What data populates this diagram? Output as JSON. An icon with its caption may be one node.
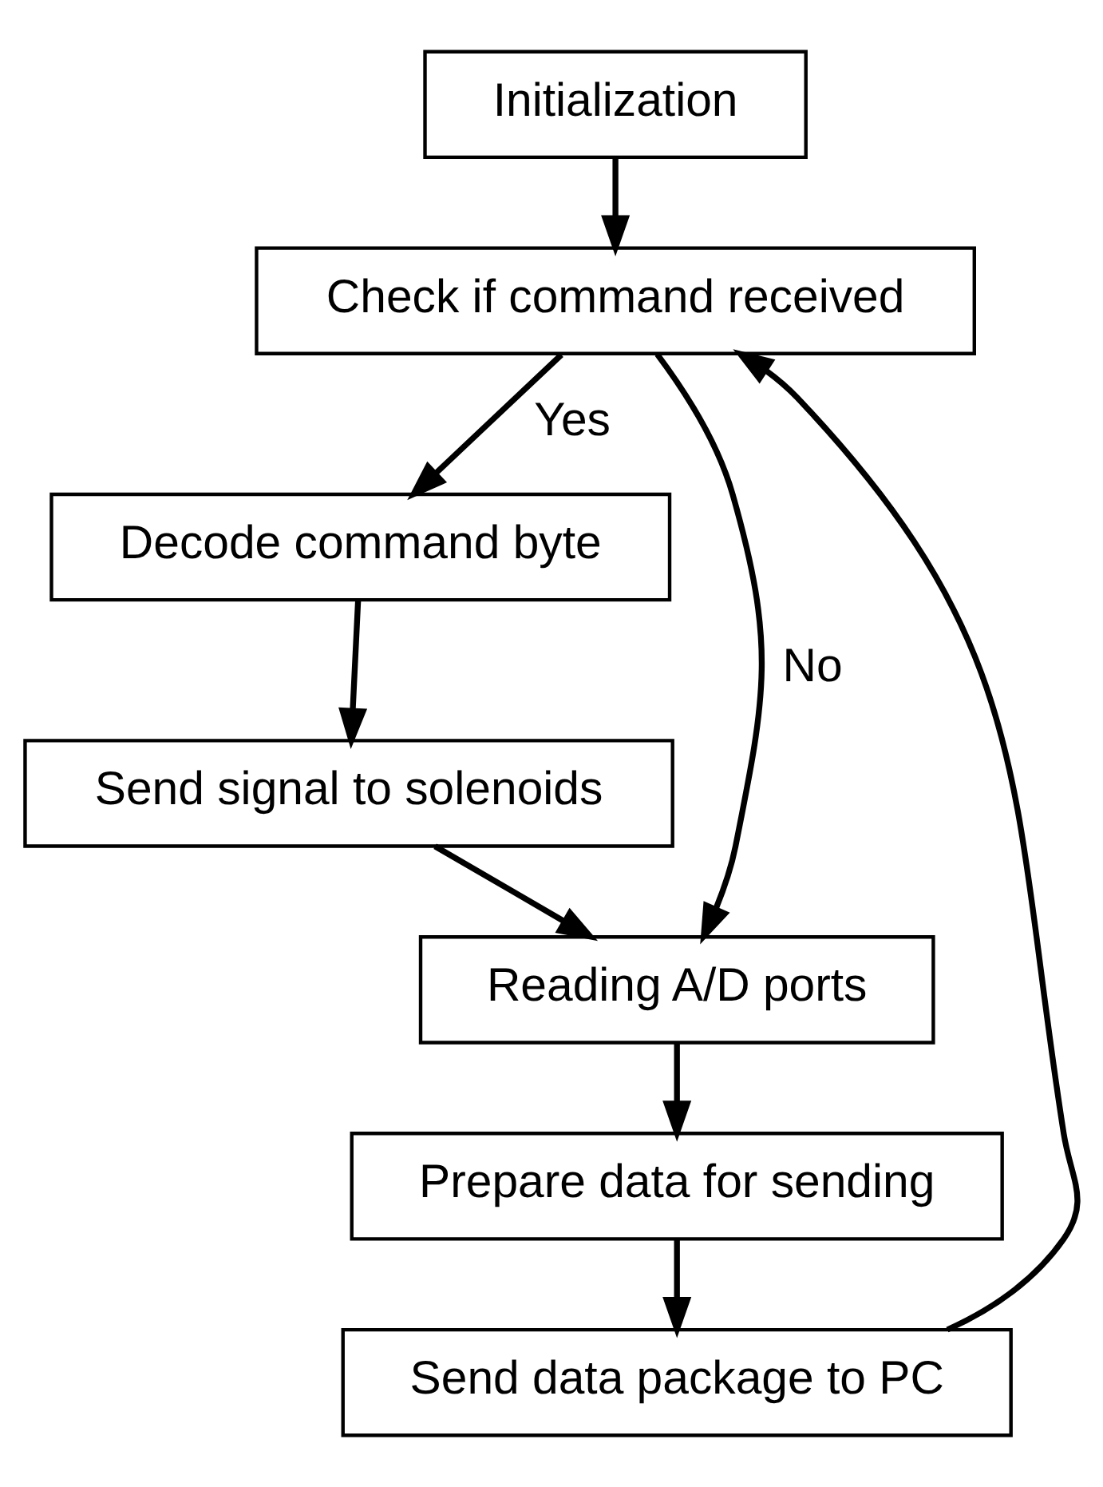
{
  "diagram": {
    "nodes": [
      {
        "text": [
          "Initialization"
        ]
      },
      {
        "text": [
          "Check if command received"
        ]
      },
      {
        "text": [
          "Decode command byte"
        ]
      },
      {
        "text": [
          "Send signal to solenoids"
        ]
      },
      {
        "text": [
          "Reading A/D ports"
        ]
      },
      {
        "text": [
          "Prepare data for sending"
        ]
      },
      {
        "text": [
          "Send data package to PC"
        ]
      }
    ],
    "edges": [
      {
        "from": 0,
        "to": 1,
        "arrow": "to"
      },
      {
        "from": 1,
        "to": 2,
        "arrow": "to",
        "label": "Yes"
      },
      {
        "from": 2,
        "to": 3,
        "arrow": "to"
      },
      {
        "from": 3,
        "to": 4,
        "arrow": "to"
      },
      {
        "from": 1,
        "to": 4,
        "arrow": "to",
        "label": "No"
      },
      {
        "from": 4,
        "to": 5,
        "arrow": "to"
      },
      {
        "from": 5,
        "to": 6,
        "arrow": "to"
      },
      {
        "from": 6,
        "to": 1,
        "arrow": "to"
      }
    ]
  }
}
